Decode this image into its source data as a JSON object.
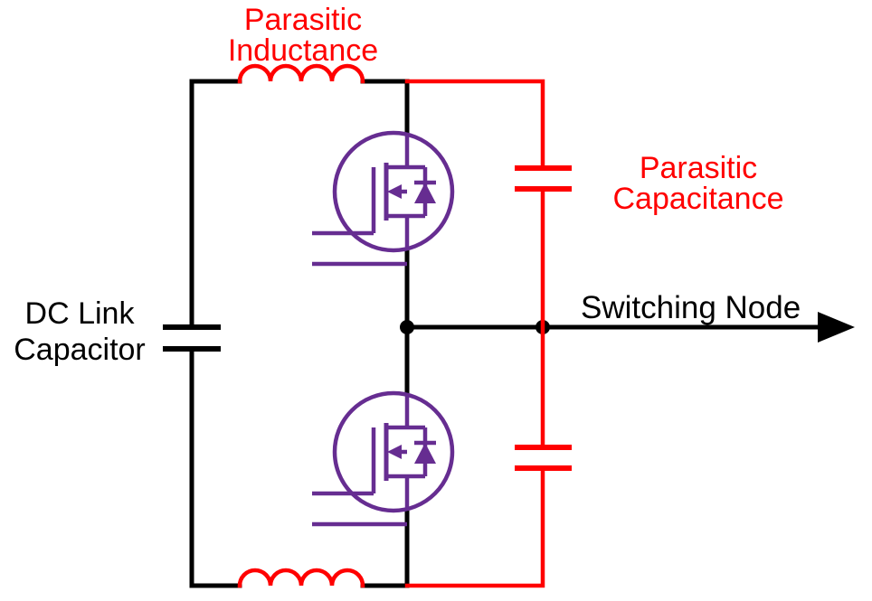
{
  "diagram": {
    "type": "circuit-schematic",
    "description": "Half-bridge switching circuit with parasitic elements",
    "labels": {
      "parasitic_inductance_line1": "Parasitic",
      "parasitic_inductance_line2": "Inductance",
      "parasitic_capacitance_line1": "Parasitic",
      "parasitic_capacitance_line2": "Capacitance",
      "dc_link_line1": "DC Link",
      "dc_link_line2": "Capacitor",
      "switching_node": "Switching Node"
    },
    "colors": {
      "wire": "#000000",
      "parasitic": "#FF0000",
      "mosfet": "#662D91"
    },
    "components": [
      "dc-link-capacitor",
      "parasitic-inductor-top",
      "parasitic-inductor-bottom",
      "high-side-mosfet",
      "low-side-mosfet",
      "parasitic-capacitor-top",
      "parasitic-capacitor-bottom",
      "switching-node-arrow"
    ]
  }
}
